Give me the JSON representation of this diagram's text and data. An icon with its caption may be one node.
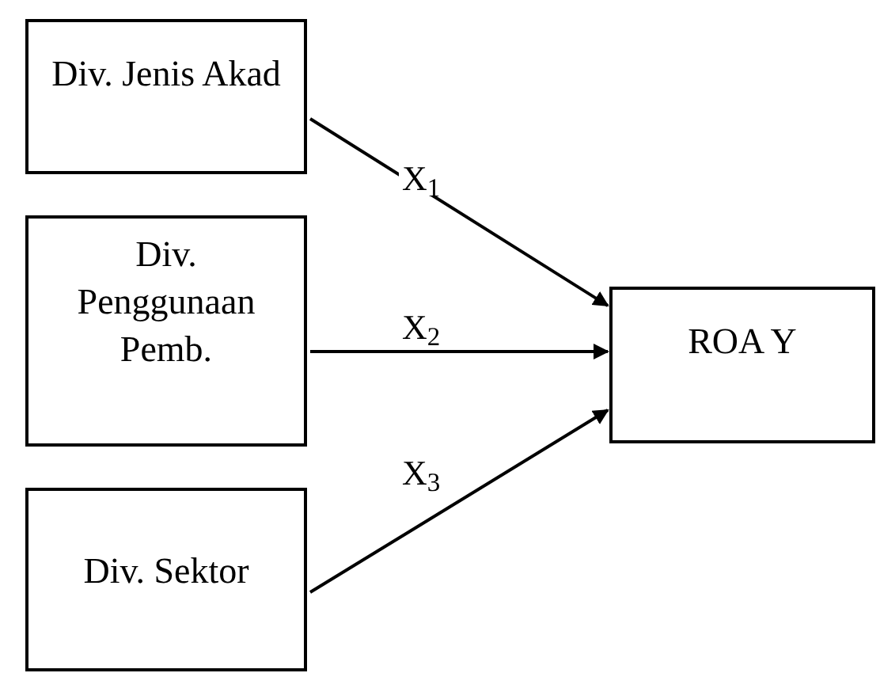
{
  "diagram": {
    "nodes": [
      {
        "text": [
          "Div. Jenis Akad"
        ]
      },
      {
        "text": [
          "Div. Penggunaan Pemb."
        ]
      },
      {
        "text": [
          "Div. Sektor"
        ]
      },
      {
        "text": [
          "ROA Y"
        ]
      }
    ],
    "edges": [
      {
        "from": 0,
        "to": 3,
        "arrow": "to",
        "label": "X$_{1}$"
      },
      {
        "from": 1,
        "to": 3,
        "arrow": "to",
        "label": "X$_{2}$"
      },
      {
        "from": 2,
        "to": 3,
        "arrow": "to",
        "label": "X$_{3}$"
      }
    ]
  }
}
